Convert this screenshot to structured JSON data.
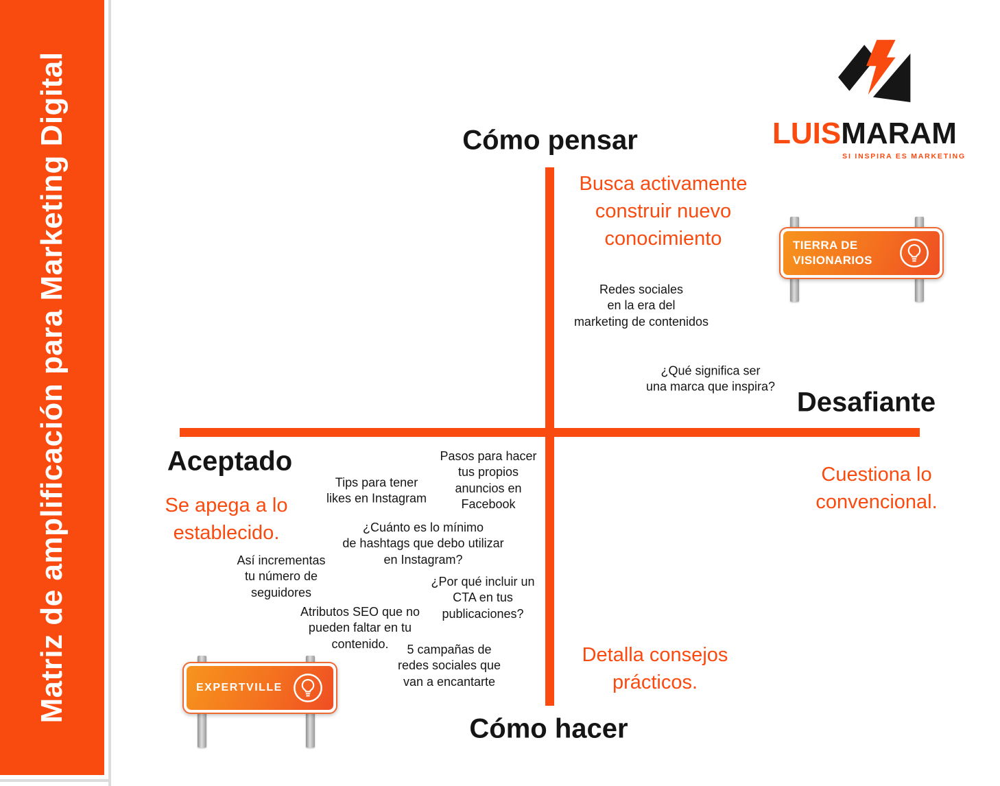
{
  "colors": {
    "accent": "#f94b10",
    "sign-grad-a": "#f7941e",
    "sign-grad-b": "#ef4e23",
    "text-black": "#151515"
  },
  "sidebar": {
    "title": "Matriz de amplificación para Marketing Digital"
  },
  "logo": {
    "word_primary": "LUIS",
    "word_secondary": "MARAM",
    "tagline": "SI INSPIRA ES MARKETING"
  },
  "axes": {
    "top": "Cómo pensar",
    "bottom": "Cómo hacer",
    "left": "Aceptado",
    "right": "Desafiante"
  },
  "quadrant_top_right": {
    "headline": "Busca activamente\nconstruir nuevo\nconocimiento",
    "note_1": "Redes sociales\nen la era del\nmarketing de contenidos",
    "note_2": "¿Qué significa ser\nuna marca que inspira?",
    "sign": "TIERRA DE\nVISIONARIOS"
  },
  "quadrant_bottom_right": {
    "headline_1": "Cuestiona lo\nconvencional.",
    "headline_2": "Detalla consejos\nprácticos."
  },
  "quadrant_bottom_left": {
    "headline": "Se apega a lo\nestablecido.",
    "notes": [
      "Tips para tener\nlikes en Instagram",
      "Pasos para hacer\ntus propios\nanuncios en\nFacebook",
      "¿Cuánto es lo mínimo\nde hashtags que debo utilizar\nen Instagram?",
      "Así incrementas\ntu número de\nseguidores",
      "¿Por qué incluir un\nCTA en tus\npublicaciones?",
      "Atributos SEO que no\npueden faltar en tu\ncontenido.",
      "5 campañas de\nredes sociales que\nvan a encantarte"
    ],
    "sign": "EXPERTVILLE"
  }
}
